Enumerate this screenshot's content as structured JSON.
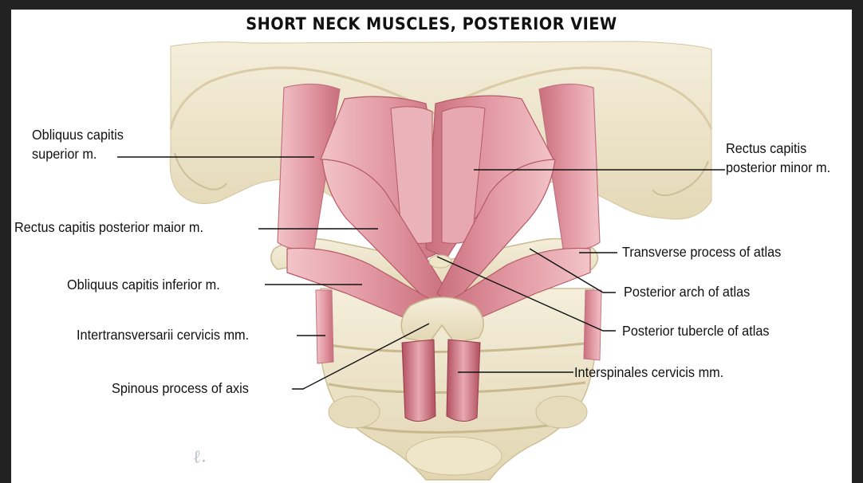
{
  "title": "SHORT NECK MUSCLES, POSTERIOR VIEW",
  "labels": {
    "obliquus_superior_line1": "Obliquus capitis",
    "obliquus_superior_line2": "superior m.",
    "rectus_minor_line1": "Rectus capitis",
    "rectus_minor_line2": "posterior minor m.",
    "rectus_major": "Rectus capitis posterior maior m.",
    "transverse_process": "Transverse process of atlas",
    "obliquus_inferior": "Obliquus capitis inferior m.",
    "posterior_arch": "Posterior arch of atlas",
    "intertransversarii": "Intertransversarii cervicis mm.",
    "posterior_tubercle": "Posterior tubercle of atlas",
    "interspinales": "Interspinales cervicis mm.",
    "spinous_process": "Spinous process of axis"
  },
  "colors": {
    "bone": "#ece3c6",
    "bone_shadow": "#cdbf97",
    "muscle": "#e3a0a8",
    "muscle_dark": "#b65a68",
    "leader_line": "#111111"
  }
}
